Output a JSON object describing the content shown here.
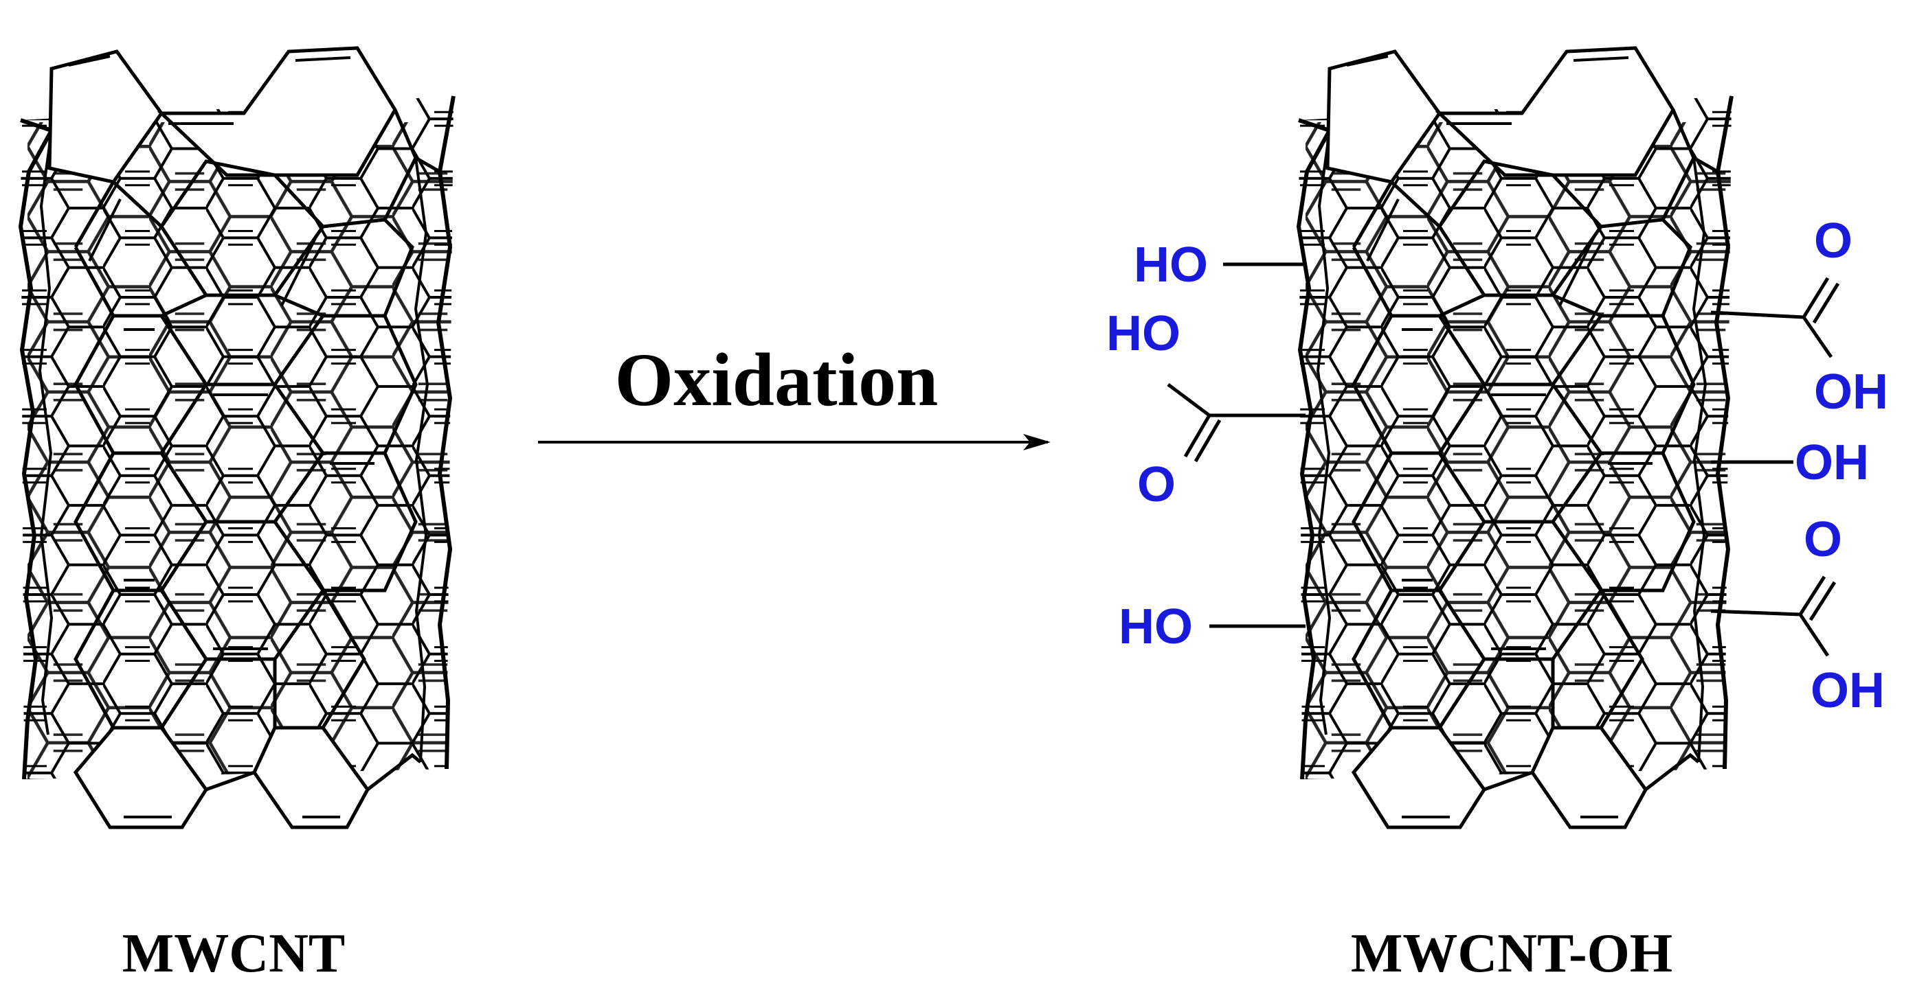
{
  "reaction": {
    "reactant_label": "MWCNT",
    "product_label": "MWCNT-OH",
    "condition_label": "Oxidation"
  },
  "functional_groups": [
    {
      "id": "left-upper-hydroxyl",
      "type": "hydroxyl",
      "label": "HO"
    },
    {
      "id": "left-carboxyl",
      "type": "carboxyl",
      "hydroxyl_label": "HO",
      "carbonyl_label": "O"
    },
    {
      "id": "left-lower-hydroxyl",
      "type": "hydroxyl",
      "label": "HO"
    },
    {
      "id": "right-upper-carboxyl",
      "type": "carboxyl",
      "carbonyl_label": "O",
      "hydroxyl_label": "OH"
    },
    {
      "id": "right-hydroxyl",
      "type": "hydroxyl",
      "label": "OH"
    },
    {
      "id": "right-lower-carboxyl",
      "type": "carboxyl",
      "carbonyl_label": "O",
      "hydroxyl_label": "OH"
    }
  ],
  "colors": {
    "structure": "#000000",
    "functional_group": "#1a1adc",
    "background": "#ffffff"
  }
}
